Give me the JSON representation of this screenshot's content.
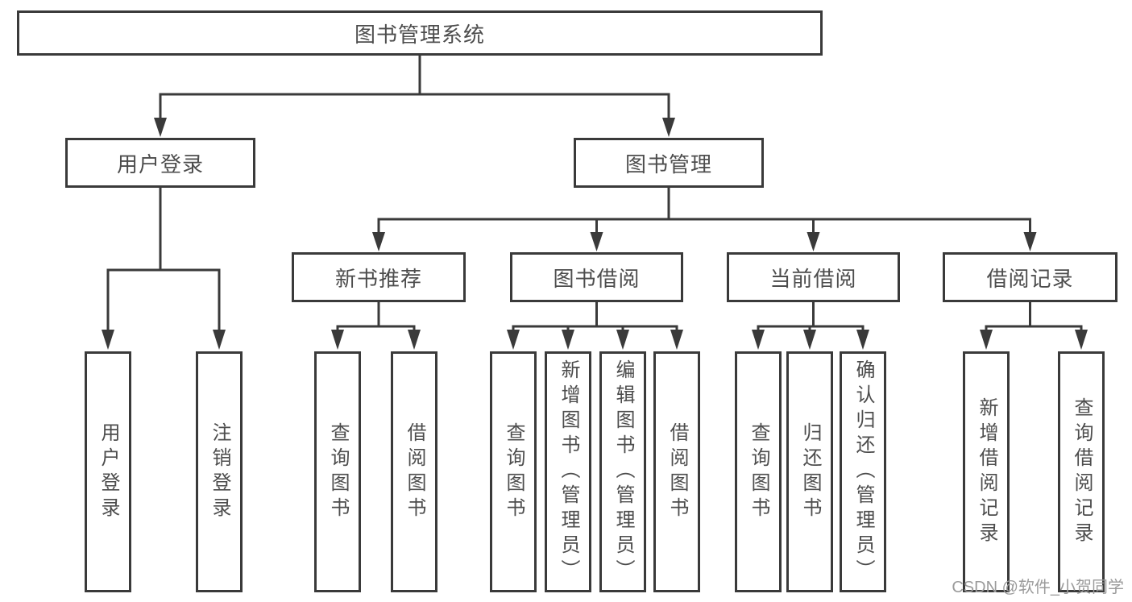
{
  "diagram": {
    "title": "图书管理系统",
    "tree": {
      "label": "图书管理系统",
      "children": [
        {
          "label": "用户登录",
          "children": [
            {
              "label": "用户登录"
            },
            {
              "label": "注销登录"
            }
          ]
        },
        {
          "label": "图书管理",
          "children": [
            {
              "label": "新书推荐",
              "children": [
                {
                  "label": "查询图书"
                },
                {
                  "label": "借阅图书"
                }
              ]
            },
            {
              "label": "图书借阅",
              "children": [
                {
                  "label": "查询图书"
                },
                {
                  "label": "新增图书（管理员）"
                },
                {
                  "label": "编辑图书（管理员）"
                },
                {
                  "label": "借阅图书"
                }
              ]
            },
            {
              "label": "当前借阅",
              "children": [
                {
                  "label": "查询图书"
                },
                {
                  "label": "归还图书"
                },
                {
                  "label": "确认归还（管理员）"
                }
              ]
            },
            {
              "label": "借阅记录",
              "children": [
                {
                  "label": "新增借阅记录"
                },
                {
                  "label": "查询借阅记录"
                }
              ]
            }
          ]
        }
      ]
    }
  },
  "watermark": {
    "text": "CSDN @软件_小贺同学"
  },
  "colors": {
    "line": "#3a3a3a",
    "text": "#4d4d4d",
    "background": "#ffffff",
    "watermark": "#9b9b9b"
  }
}
